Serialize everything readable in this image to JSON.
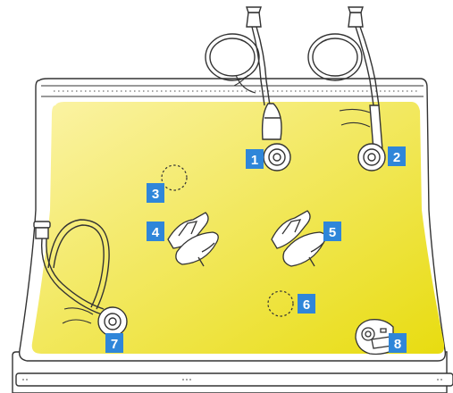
{
  "diagram": {
    "colors": {
      "yellow_light": "#fbf3a6",
      "yellow_dark": "#e8dc10",
      "badge": "#2f86d9",
      "outline": "#333333"
    },
    "labels": [
      {
        "id": "1",
        "text": "1",
        "kind": "tube-connector"
      },
      {
        "id": "2",
        "text": "2",
        "kind": "tube-connector"
      },
      {
        "id": "3",
        "text": "3",
        "kind": "empty-location"
      },
      {
        "id": "4",
        "text": "4",
        "kind": "cup-component"
      },
      {
        "id": "5",
        "text": "5",
        "kind": "cup-component"
      },
      {
        "id": "6",
        "text": "6",
        "kind": "empty-location"
      },
      {
        "id": "7",
        "text": "7",
        "kind": "tube-connector"
      },
      {
        "id": "8",
        "text": "8",
        "kind": "clamp-component"
      }
    ]
  }
}
